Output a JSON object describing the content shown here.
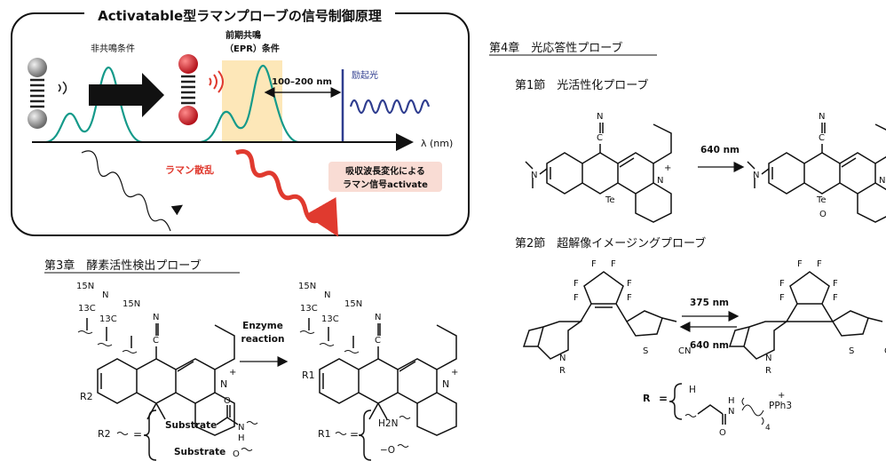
{
  "panel": {
    "title": "Activatable型ラマンプローブの信号制御原理",
    "non_resonance": "非共鳴条件",
    "epr_line1": "前期共鳴",
    "epr_line2": "（EPR）条件",
    "gap": "100–200 nm",
    "excitation": "励起光",
    "axis_label": "λ (nm)",
    "raman_scatter": "ラマン散乱",
    "note_line1": "吸収波長変化による",
    "note_line2": "ラマン信号activate",
    "colors": {
      "spectrum": "#159a8a",
      "raman": "#e03a2f",
      "excitation": "#2f3d8f",
      "highlight": "#fde7b8",
      "note_bg": "#f9dcd4",
      "ball_red": "#d9232a",
      "ball_gray": "#8c8c8c"
    }
  },
  "ch3": {
    "heading": "第3章　酵素活性検出プローブ",
    "arrow_label1": "Enzyme",
    "arrow_label2": "reaction",
    "left": {
      "n15": "15N",
      "c13": "13C",
      "c13n15": "13C",
      "n15b": "15N",
      "n": "N",
      "c": "C",
      "n_ring": "N",
      "plus": "+",
      "r": "R2"
    },
    "right": {
      "n15": "15N",
      "c13": "13C",
      "c13n15": "13C",
      "n15b": "15N",
      "n": "N",
      "c": "C",
      "n_ring": "N",
      "plus": "+",
      "r": "R1"
    },
    "r2_def": {
      "label": "R2",
      "eq": "=",
      "opt1": "Substrate",
      "opt1_h": "H",
      "opt1_n": "N",
      "opt1_o": "O",
      "opt2": "Substrate",
      "opt2_o": "O"
    },
    "r1_def": {
      "label": "R1",
      "eq": "=",
      "opt1": "H2N",
      "opt2": "−O"
    }
  },
  "ch4": {
    "heading": "第4章　光応答性プローブ",
    "sec1": "第1節　光活性化プローブ",
    "sec1_arrow": "640 nm",
    "sec1_left": {
      "n": "N",
      "c": "C",
      "te": "Te",
      "n_ring": "N",
      "plus": "+",
      "nme2": "N"
    },
    "sec1_right": {
      "n": "N",
      "c": "C",
      "te": "Te",
      "o": "O",
      "n_ring": "N",
      "plus": "+",
      "nme2": "N"
    },
    "sec2": "第2節　超解像イメージングプローブ",
    "sec2_fwd": "375 nm",
    "sec2_back": "640 nm",
    "f": "F",
    "cn": "CN",
    "s": "S",
    "n": "N",
    "r": "R",
    "r_def": {
      "label": "R",
      "eq": "=",
      "opt1": "H",
      "nh_h": "H",
      "nh_n": "N",
      "o": "O",
      "sub": "4",
      "pph3": "PPh3",
      "plus": "+"
    }
  }
}
